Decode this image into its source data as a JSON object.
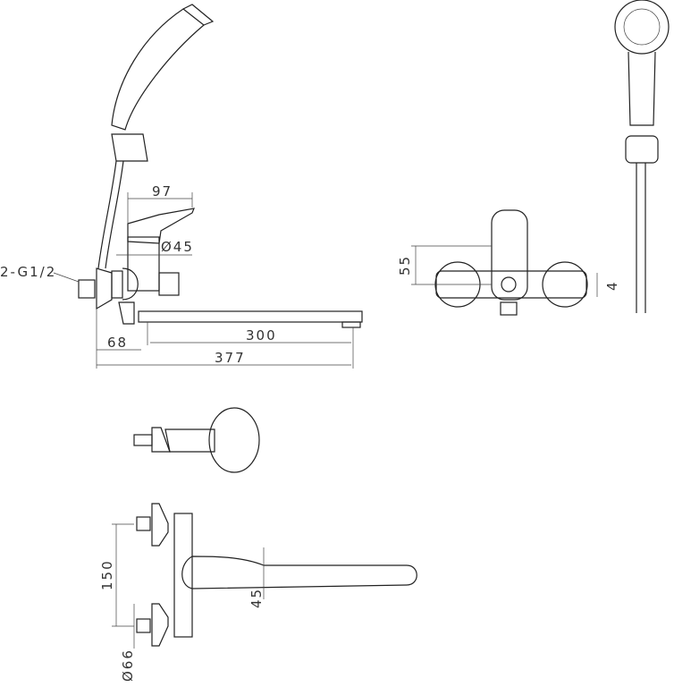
{
  "dimensions": {
    "side_width_top": "97",
    "handle_diameter": "Ø45",
    "thread": "2-G1/2",
    "offset": "68",
    "spout_length": "300",
    "total_length": "377",
    "front_height": "55",
    "front_small": "4",
    "centers": "150",
    "spout_height": "45",
    "flange_diameter": "Ø66"
  },
  "colors": {
    "line": "#222222",
    "background": "#ffffff"
  }
}
